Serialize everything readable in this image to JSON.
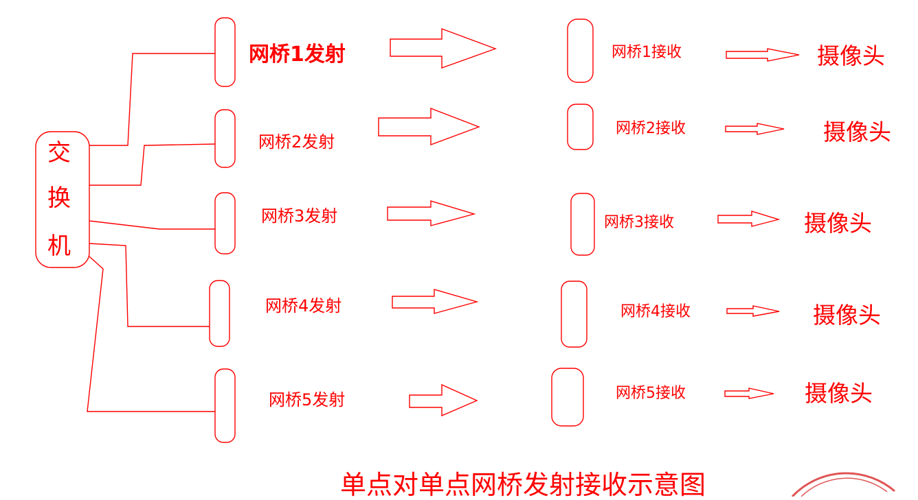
{
  "switch": {
    "chars": [
      "交",
      "换",
      "机"
    ]
  },
  "links": [
    {
      "tx_label": "网桥1发射",
      "rx_label": "网桥1接收",
      "camera_label": "摄像头"
    },
    {
      "tx_label": "网桥2发射",
      "rx_label": "网桥2接收",
      "camera_label": "摄像头"
    },
    {
      "tx_label": "网桥3发射",
      "rx_label": "网桥3接收",
      "camera_label": "摄像头"
    },
    {
      "tx_label": "网桥4发射",
      "rx_label": "网桥4接收",
      "camera_label": "摄像头"
    },
    {
      "tx_label": "网桥5发射",
      "rx_label": "网桥5接收",
      "camera_label": "摄像头"
    }
  ],
  "caption": "单点对单点网桥发射接收示意图",
  "colors": {
    "stroke": "#ff0000",
    "background": "#ffffff"
  }
}
